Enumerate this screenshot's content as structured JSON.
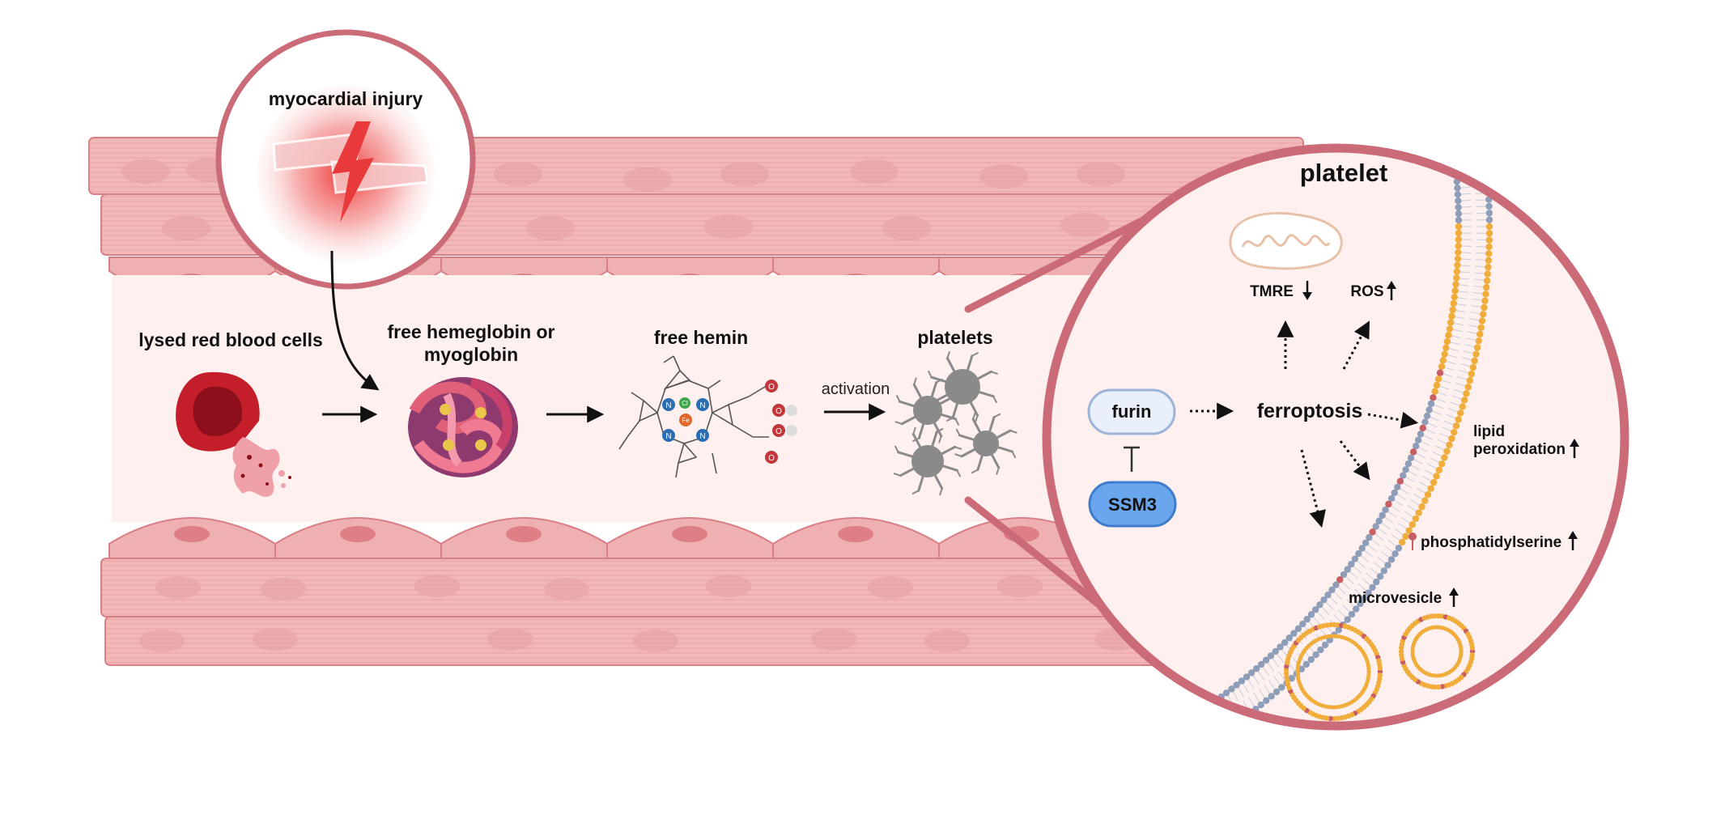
{
  "labels": {
    "myocardial_injury": "myocardial injury",
    "lysed_rbc": "lysed red blood cells",
    "free_hemoglobin_line1": "free hemeglobin or",
    "free_hemoglobin_line2": "myoglobin",
    "free_hemin": "free hemin",
    "activation": "activation",
    "platelets": "platelets",
    "platelet": "platelet",
    "furin": "furin",
    "ssm3": "SSM3",
    "ferroptosis": "ferroptosis",
    "tmre": "TMRE",
    "ros": "ROS",
    "lipid_line1": "lipid",
    "lipid_line2": "peroxidation",
    "phosphatidylserine": "phosphatidylserine",
    "microvesicle": "microvesicle"
  },
  "hemin_atoms": {
    "n": "N",
    "cl": "Cl",
    "fe": "Fe",
    "o": "O"
  },
  "colors": {
    "vessel_wall": "#f2b8b8",
    "vessel_wall_stroke": "#d97f86",
    "lumen": "#fdf0ef",
    "nucleus": "#e79a9c",
    "circle_border": "#cc6b78",
    "injury_red": "#e83a3a",
    "furin_fill": "#e9f0fb",
    "ssm3_fill": "#6aa6ee",
    "membrane_blue": "#8e9db8",
    "membrane_orange": "#f0ad3b",
    "platelet_gray": "#8a8a8a"
  }
}
